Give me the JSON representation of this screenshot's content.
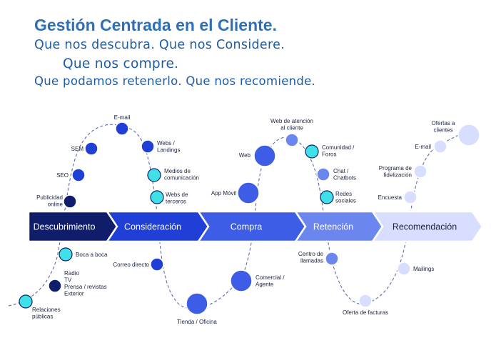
{
  "header": {
    "title": "Gestión Centrada en el Cliente.",
    "line1": "Que nos descubra.   Que nos Considere.",
    "line2": "Que nos compre.",
    "line3": "Que podamos retenerlo. Que nos recomiende."
  },
  "stages": [
    {
      "label": "Descubrimiento",
      "color": "#0f1d6b",
      "text_color": "#ffffff"
    },
    {
      "label": "Consideración",
      "color": "#1f3fd6",
      "text_color": "#ffffff"
    },
    {
      "label": "Compra",
      "color": "#3d5de6",
      "text_color": "#ffffff"
    },
    {
      "label": "Retención",
      "color": "#6b86ef",
      "text_color": "#ffffff"
    },
    {
      "label": "Recomendación",
      "color": "#d8deff",
      "text_color": "#1c2340"
    }
  ],
  "touchpoints": [
    {
      "label": "Publicidad\nonline",
      "color": "#0f1d6b"
    },
    {
      "label": "SEO",
      "color": "#1f3fd6"
    },
    {
      "label": "SEM",
      "color": "#1f3fd6"
    },
    {
      "label": "E-mail",
      "color": "#1f3fd6"
    },
    {
      "label": "Webs /\nLandings",
      "color": "#1f3fd6"
    },
    {
      "label": "Medios de\ncomunicación",
      "color": "#40e0e8"
    },
    {
      "label": "Webs de\nterceros",
      "color": "#40e0e8"
    },
    {
      "label": "Boca a boca",
      "color": "#40e0e8"
    },
    {
      "label": "Radio\nTV\nPrensa / revistas\nExterior",
      "color": "#0f1d6b"
    },
    {
      "label": "Relaciones\npúblicas",
      "color": "#40e0e8"
    },
    {
      "label": "Correo directo",
      "color": "#1f3fd6"
    },
    {
      "label": "Tienda / Oficina",
      "color": "#3d5de6"
    },
    {
      "label": "Comercial /\nAgente",
      "color": "#3d5de6"
    },
    {
      "label": "App Móvil",
      "color": "#3d5de6"
    },
    {
      "label": "Web",
      "color": "#3d5de6"
    },
    {
      "label": "Web de atención\nal cliente",
      "color": "#6b86ef"
    },
    {
      "label": "Comunidad /\nForos",
      "color": "#40e0e8"
    },
    {
      "label": "Chat /\nChatbots",
      "color": "#6b86ef"
    },
    {
      "label": "Redes\nsociales",
      "color": "#40e0e8"
    },
    {
      "label": "Centro de\nllamadas",
      "color": "#6b86ef"
    },
    {
      "label": "Oferta de facturas",
      "color": "#d8deff"
    },
    {
      "label": "Mailings",
      "color": "#d8deff"
    },
    {
      "label": "Encuesta",
      "color": "#d8deff"
    },
    {
      "label": "Programa de\nfidelización",
      "color": "#d8deff"
    },
    {
      "label": "E-mail",
      "color": "#d8deff"
    },
    {
      "label": "Ofertas a\nclientes",
      "color": "#d8deff"
    }
  ]
}
